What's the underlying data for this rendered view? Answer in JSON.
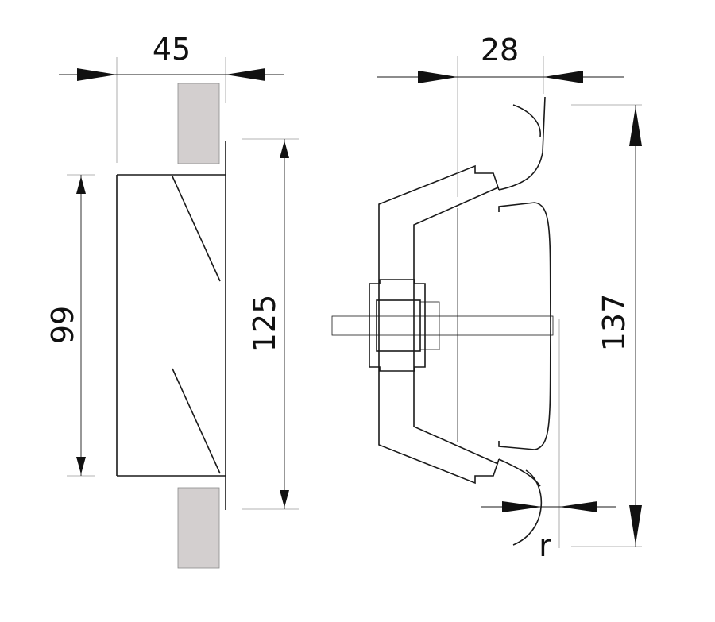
{
  "dimensions": {
    "top_width_left": "45",
    "top_width_right": "28",
    "height_inner": "99",
    "height_outer": "125",
    "height_total": "137",
    "radius": "r"
  },
  "colors": {
    "line": "#1a1a1a",
    "wall_fill": "#d3cfcf",
    "extension_line": "#9a9a9a"
  }
}
